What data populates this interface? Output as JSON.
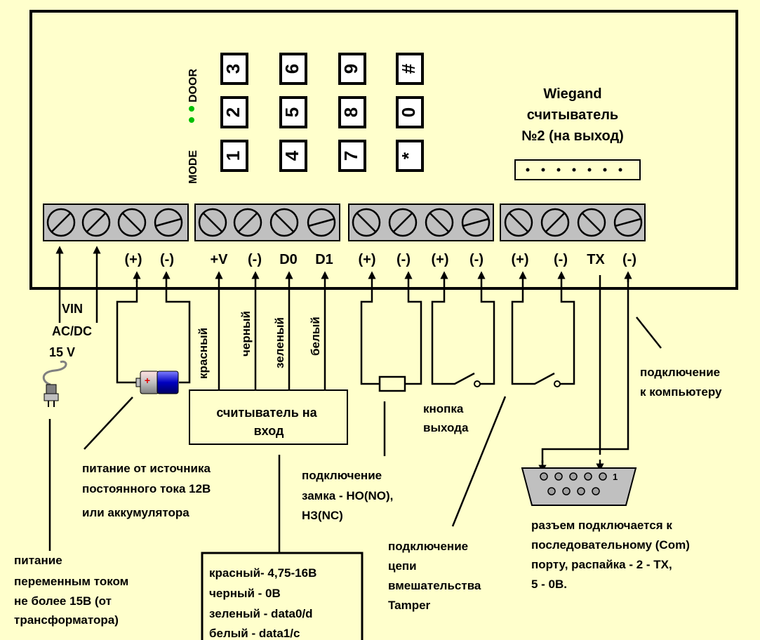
{
  "controller": {
    "keypad_keys": [
      "1",
      "2",
      "3",
      "4",
      "5",
      "6",
      "7",
      "8",
      "9",
      "*",
      "0",
      "#"
    ],
    "mode_label": "MODE",
    "door_label": "DOOR"
  },
  "wiegand_out": {
    "lines": [
      "Wiegand",
      "считыватель",
      "№2 (на выход)"
    ]
  },
  "terminals": {
    "labels": [
      "(+)",
      "(-)",
      "+V",
      "(-)",
      "D0",
      "D1",
      "(+)",
      "(-)",
      "(+)",
      "(-)",
      "(+)",
      "(-)",
      "TX",
      "(-)"
    ]
  },
  "power_in": {
    "lines": [
      "VIN",
      "AC/DC",
      "15 V"
    ]
  },
  "wire_colors": [
    "красный",
    "черный",
    "зеленый",
    "белый"
  ],
  "reader_in": {
    "lines": [
      "считыватель на",
      "вход"
    ]
  },
  "notes": {
    "dc_power": [
      "питание от источника",
      "постоянного тока 12В",
      "или аккумулятора"
    ],
    "ac_power": [
      "питание",
      "переменным током",
      "не более 15В (от",
      "трансформатора)"
    ],
    "lock": [
      "подключение",
      "замка - НО(NO),",
      "НЗ(NC)"
    ],
    "exit_button": [
      "кнопка",
      "выхода"
    ],
    "tamper": [
      "подключение",
      "цепи",
      "вмешательства",
      "Tamper"
    ],
    "computer": [
      "подключение",
      "к компьютеру"
    ],
    "com_port": [
      "разъем подключается к",
      "последовательному (Com)",
      "порту, распайка - 2 - TX,",
      "5 - 0В."
    ]
  },
  "reader_pinout": [
    "красный- 4,75-16В",
    "черный - 0В",
    "зеленый - data0/d",
    "белый - data1/c"
  ],
  "db9_pin_label": "1"
}
